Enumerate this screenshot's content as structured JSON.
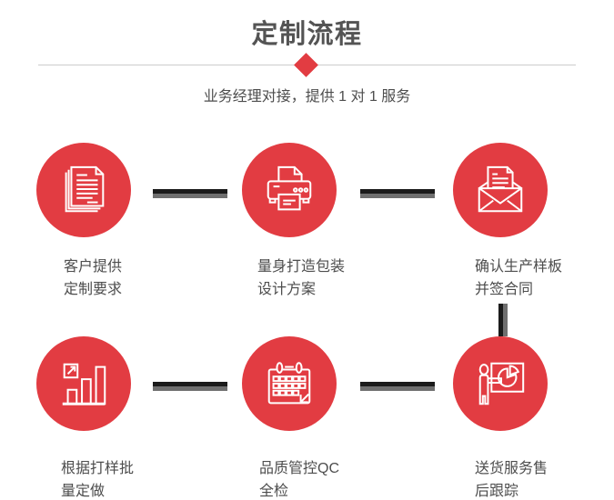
{
  "header": {
    "title": "定制流程",
    "subtitle": "业务经理对接，提供 1 对 1 服务"
  },
  "steps": [
    {
      "icon": "documents-icon",
      "label_line1": "客户提供",
      "label_line2": "定制要求"
    },
    {
      "icon": "printer-icon",
      "label_line1": "量身打造包装",
      "label_line2": "设计方案"
    },
    {
      "icon": "envelope-icon",
      "label_line1": "确认生产样板",
      "label_line2": "并签合同"
    },
    {
      "icon": "bar-chart-icon",
      "label_line1": "根据打样批",
      "label_line2": "量定做"
    },
    {
      "icon": "calendar-icon",
      "label_line1": "品质管控QC",
      "label_line2": "全检"
    },
    {
      "icon": "presentation-icon",
      "label_line1": "送货服务售",
      "label_line2": "后跟踪"
    }
  ],
  "colors": {
    "accent_red": "#e23c42",
    "connector_dark": "#1b1b1b",
    "connector_gray": "#6f6f6f",
    "divider_gray": "#cccccc",
    "title_text": "#545454",
    "body_text": "#4d4d4d"
  }
}
